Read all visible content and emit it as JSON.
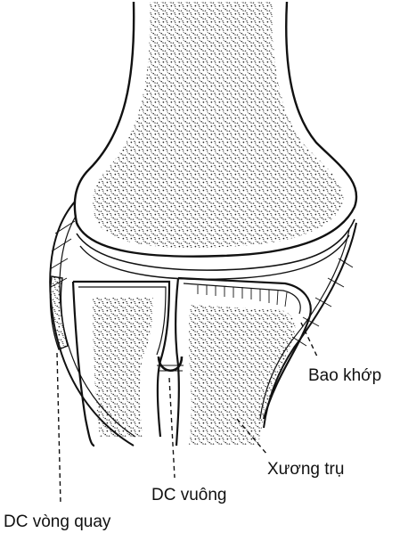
{
  "labels": {
    "capsule": "Bao khớp",
    "ulna": "Xương trụ",
    "quadrate_ligament": "DC vuông",
    "annular_ligament": "DC vòng quay"
  },
  "colors": {
    "ink": "#111111",
    "background": "#ffffff",
    "stipple": "#1a1a1a"
  }
}
